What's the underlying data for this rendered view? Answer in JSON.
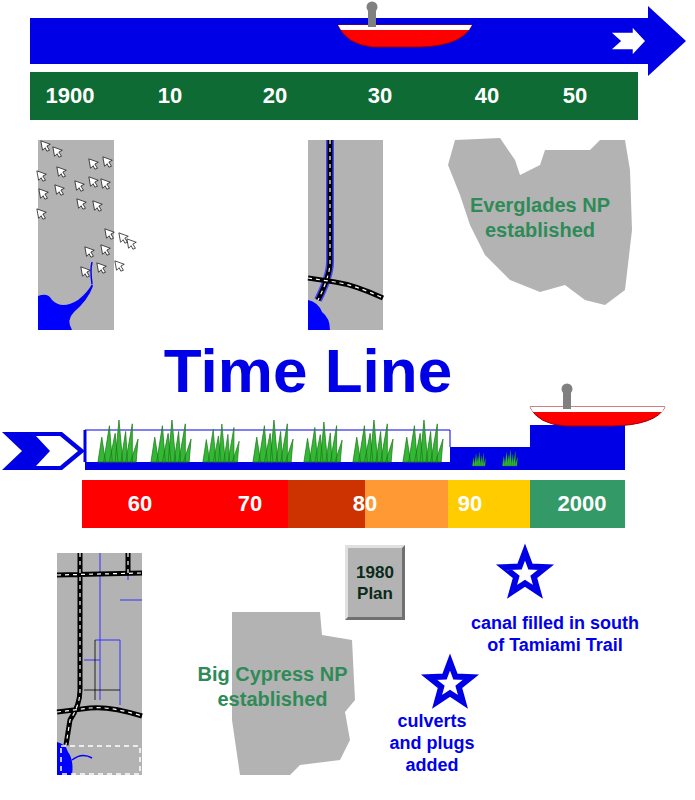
{
  "diagram": {
    "title": "Time Line",
    "nodes": [
      {
        "text": [
          "1900",
          "10",
          "20",
          "30",
          "40",
          "50"
        ]
      },
      {
        "text": [
          "Everglades NP established"
        ]
      },
      {
        "text": [
          "60",
          "70",
          "80",
          "90",
          "2000"
        ]
      },
      {
        "text": [
          "1980 Plan"
        ]
      },
      {
        "text": [
          "Big Cypress NP established"
        ]
      }
    ],
    "labels": [
      "canal filled in south of Tamiami Trail",
      "culverts and plugs added"
    ]
  }
}
